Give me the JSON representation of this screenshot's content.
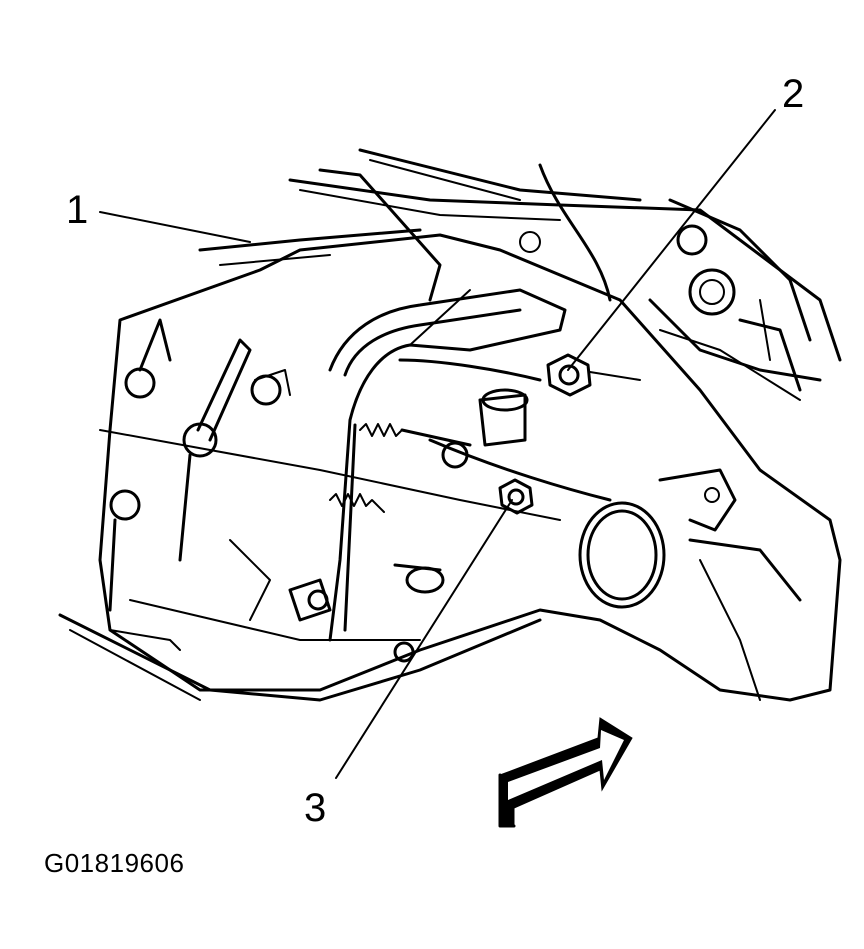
{
  "callouts": [
    {
      "id": "1",
      "label": "1"
    },
    {
      "id": "2",
      "label": "2"
    },
    {
      "id": "3",
      "label": "3"
    }
  ],
  "figure_code": "G01819606",
  "colors": {
    "ink": "#000000",
    "background": "#ffffff"
  },
  "icons": {
    "direction_arrow": "front-direction-arrow-icon"
  }
}
